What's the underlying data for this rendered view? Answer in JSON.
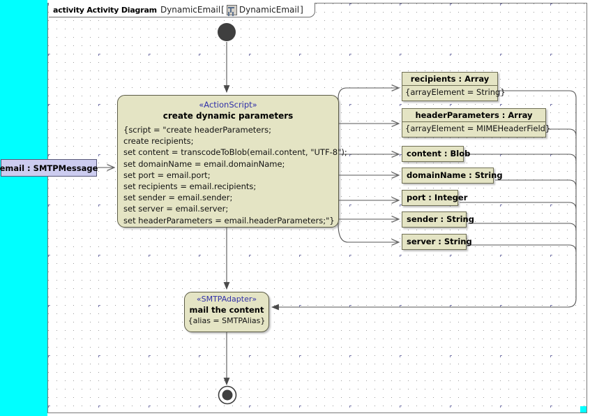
{
  "frame": {
    "kind_label": "activity Activity Diagram",
    "name": "DynamicEmail",
    "bracket_open": "[",
    "icon_name": "activity-diagram-icon",
    "inner_name": "DynamicEmail",
    "bracket_close": "]"
  },
  "colors": {
    "node_fill": "#e4e4c4",
    "node_border": "#6f6f55",
    "stereotype_text": "#3030a8",
    "band": "#00ffff",
    "pin_fill": "#ccccf0",
    "connector": "#555555",
    "initial_node": "#3f3f3f"
  },
  "input_pin": {
    "label": "email : SMTPMessage"
  },
  "action": {
    "stereotype": "«ActionScript»",
    "title": "create dynamic parameters",
    "script_lines": [
      "{script = \"create headerParameters;",
      "create recipients;",
      "set content = transcodeToBlob(email.content, \"UTF-8\");",
      "set domainName = email.domainName;",
      "set port = email.port;",
      "set recipients = email.recipients;",
      "set sender = email.sender;",
      "set server = email.server;",
      "set headerParameters = email.headerParameters;\"}"
    ]
  },
  "adapter": {
    "stereotype": "«SMTPAdapter»",
    "title": "mail the content",
    "tag": "{alias = SMTPAlias}"
  },
  "object_nodes": [
    {
      "name": "recipients : Array",
      "tag": "{arrayElement = String}"
    },
    {
      "name": "headerParameters : Array",
      "tag": "{arrayElement = MIMEHeaderField}"
    },
    {
      "name": "content : Blob",
      "tag": ""
    },
    {
      "name": "domainName : String",
      "tag": ""
    },
    {
      "name": "port : Integer",
      "tag": ""
    },
    {
      "name": "sender : String",
      "tag": ""
    },
    {
      "name": "server : String",
      "tag": ""
    }
  ],
  "control_nodes": {
    "initial": "initial-node",
    "final": "activity-final-node"
  }
}
